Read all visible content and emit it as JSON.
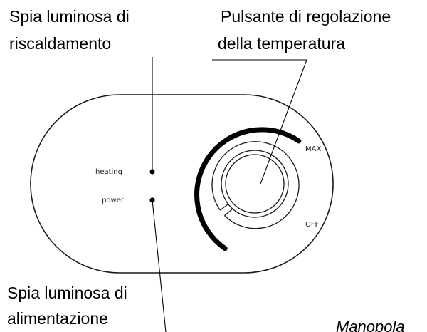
{
  "callouts": {
    "heating_light": {
      "line1": "Spia luminosa di",
      "line2": "riscaldamento"
    },
    "temperature_button": {
      "line1": "Pulsante di regolazione",
      "line2": "della temperatura"
    },
    "power_light": {
      "line1": "Spia luminosa di",
      "line2": "alimentazione"
    }
  },
  "panel": {
    "heating_label": "heating",
    "power_label": "power",
    "max_label": "MAX",
    "off_label": "OFF"
  },
  "caption": "Manopola",
  "colors": {
    "ink": "#000000",
    "panel_outline": "#1a1a1a",
    "background": "#ffffff"
  }
}
